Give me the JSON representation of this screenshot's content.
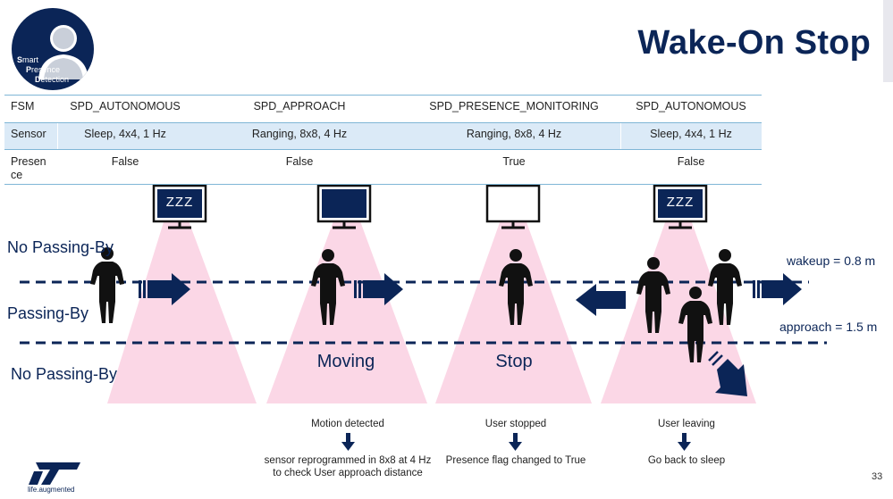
{
  "logo": {
    "lines": [
      {
        "cap": "S",
        "rest": "mart"
      },
      {
        "cap": "P",
        "rest": "resence"
      },
      {
        "cap": "D",
        "rest": "etection"
      }
    ]
  },
  "title": "Wake-On Stop",
  "table": {
    "fsm_label": "FSM",
    "sensor_label": "Sensor",
    "presence_label_1": "Presen",
    "presence_label_2": "ce",
    "columns": [
      {
        "fsm": "SPD_AUTONOMOUS",
        "sensor": "Sleep, 4x4, 1 Hz",
        "presence": "False"
      },
      {
        "fsm": "SPD_APPROACH",
        "sensor": "Ranging, 8x8, 4 Hz",
        "presence": "False"
      },
      {
        "fsm": "SPD_PRESENCE_MONITORING",
        "sensor": "Ranging, 8x8, 4 Hz",
        "presence": "True"
      },
      {
        "fsm": "SPD_AUTONOMOUS",
        "sensor": "Sleep, 4x4, 1 Hz",
        "presence": "False"
      }
    ]
  },
  "monitors": [
    {
      "state": "sleep",
      "text": "ZZZ"
    },
    {
      "state": "on",
      "text": ""
    },
    {
      "state": "off",
      "text": ""
    },
    {
      "state": "sleep",
      "text": "ZZZ"
    }
  ],
  "zones": {
    "top": "No Passing-By",
    "middle": "Passing-By",
    "bottom": "No Passing-By"
  },
  "distances": {
    "wakeup": "wakeup = 0.8 m",
    "approach": "approach = 1.5 m"
  },
  "captions": {
    "moving": "Moving",
    "stop": "Stop"
  },
  "events": [
    {
      "title": "Motion detected",
      "result_1": "sensor reprogrammed in 8x8 at 4 Hz",
      "result_2": "to check User approach distance"
    },
    {
      "title": "User stopped",
      "result_1": "Presence flag changed to True",
      "result_2": ""
    },
    {
      "title": "User leaving",
      "result_1": "Go back to sleep",
      "result_2": ""
    }
  ],
  "footer": {
    "tagline": "life.augmented",
    "page_number": "33"
  },
  "colors": {
    "navy": "#0b2557",
    "cone": "#fbd7e6",
    "sensor_row": "#dbeaf7",
    "table_line": "#7fb6d6"
  }
}
